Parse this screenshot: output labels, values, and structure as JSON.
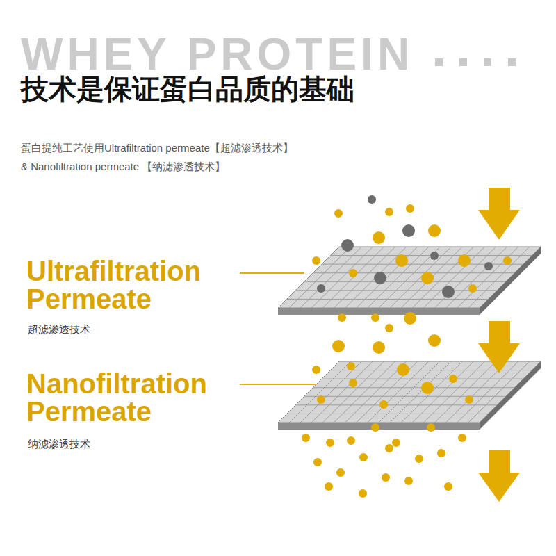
{
  "diagram": {
    "title": "技术是保证蛋白品质的基础",
    "labels": [
      "WHEY PROTEIN",
      "蛋白提纯工艺使用Ultrafiltration permeate【超滤渗透技术】",
      "& Nanofiltration permeate 【纳滤渗透技术】",
      "Ultrafiltration Permeate",
      "超滤渗透技术",
      "Nanofiltration Permeate",
      "纳滤渗透技术"
    ]
  }
}
